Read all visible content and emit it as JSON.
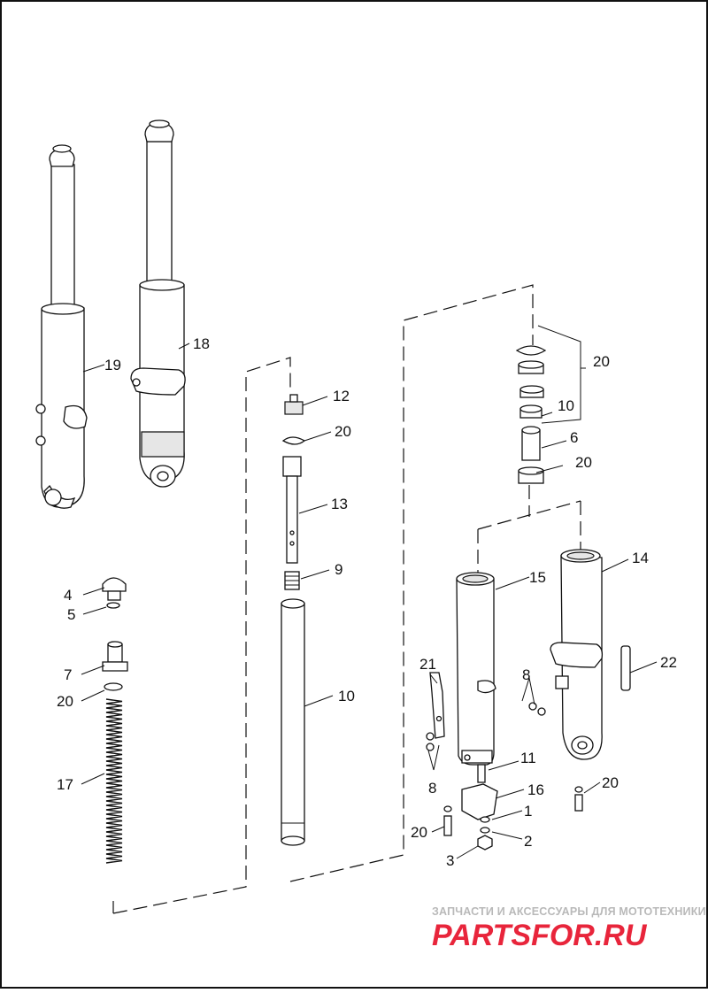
{
  "diagram": {
    "callouts": {
      "c1": "1",
      "c2": "2",
      "c3": "3",
      "c4": "4",
      "c5": "5",
      "c6": "6",
      "c7": "7",
      "c8a": "8",
      "c8b": "8",
      "c9": "9",
      "c10a": "10",
      "c10b": "10",
      "c11": "11",
      "c12": "12",
      "c13": "13",
      "c14": "14",
      "c15": "15",
      "c16": "16",
      "c17": "17",
      "c18": "18",
      "c19": "19",
      "c20a": "20",
      "c20b": "20",
      "c20c": "20",
      "c20d": "20",
      "c20e": "20",
      "c20f": "20",
      "c21": "21",
      "c22": "22"
    }
  },
  "watermark": {
    "tagline": "ЗАПЧАСТИ И АКСЕССУАРЫ ДЛЯ МОТОТЕХНИКИ",
    "logo": "PARTSFOR.RU",
    "colors": {
      "primary": "#e8253b",
      "secondary": "#b9b9b9"
    }
  }
}
